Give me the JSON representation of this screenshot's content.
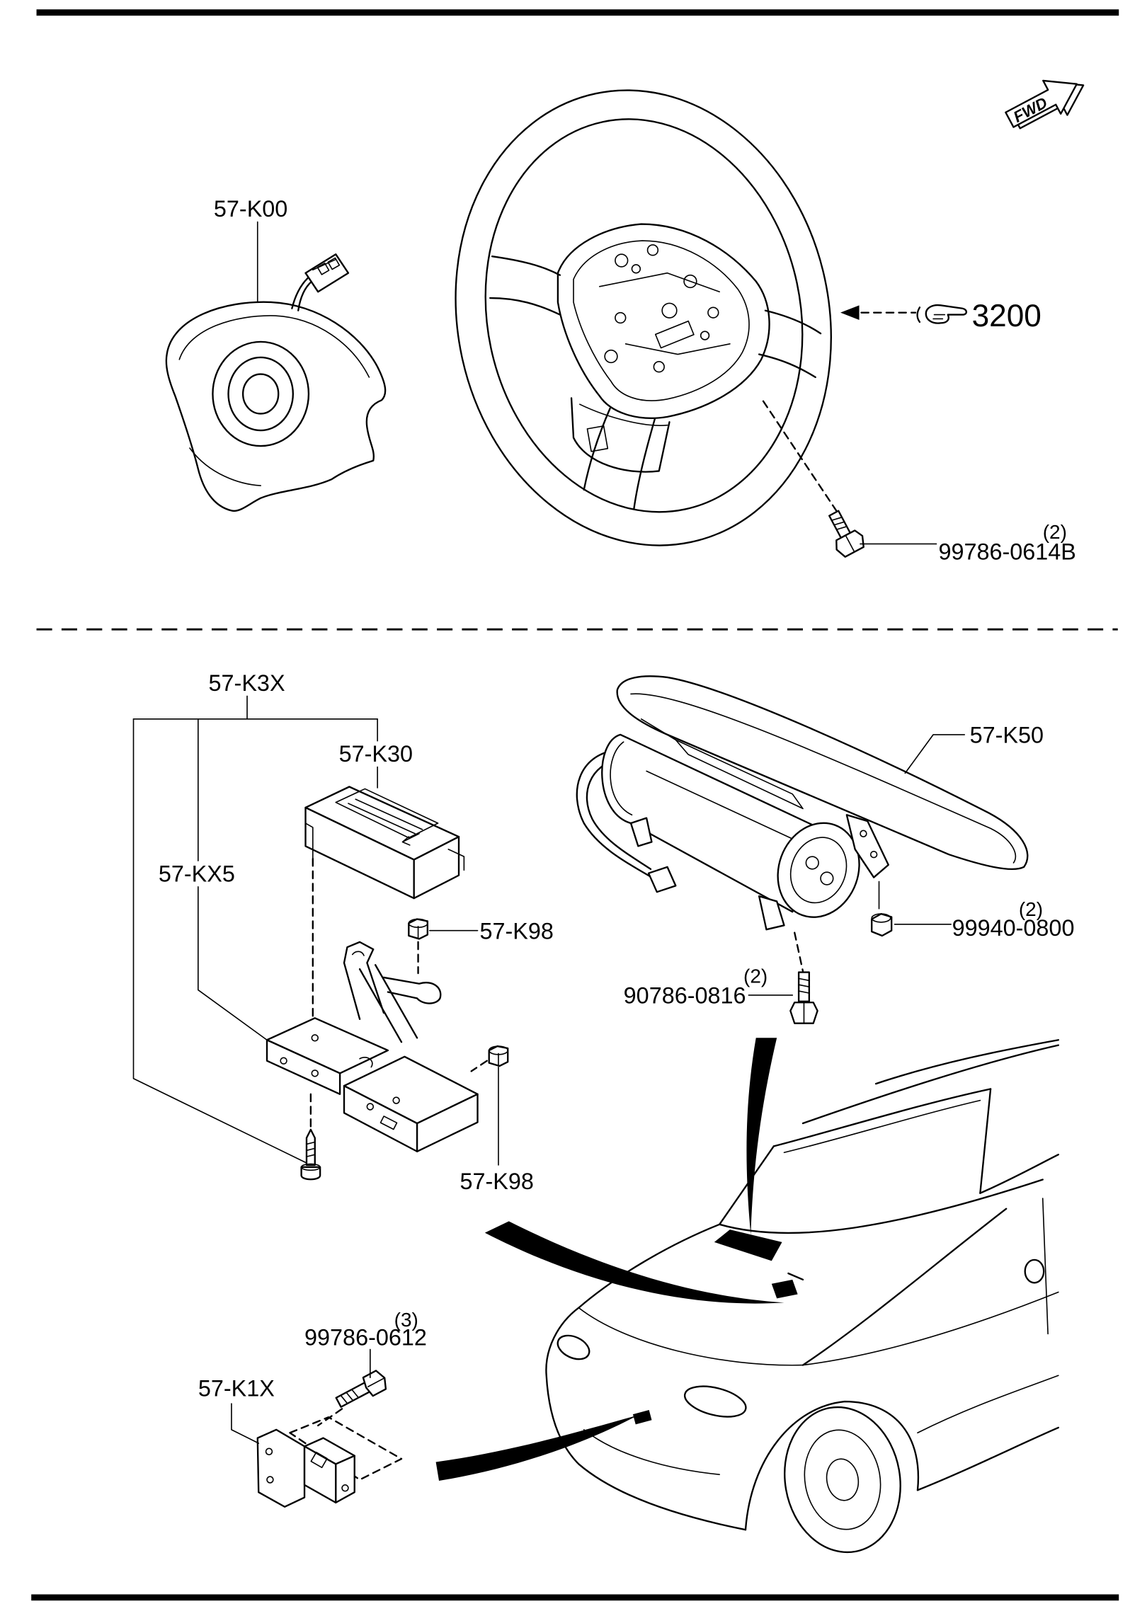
{
  "steering_section": {
    "driver_airbag": {
      "part": "57-K00"
    },
    "steering_wheel": {
      "reference": "3200",
      "reference_icon": "pointing-hand-icon"
    },
    "wheel_bolt": {
      "part": "99786-0614B",
      "qty": "(2)"
    },
    "direction_indicator": {
      "label": "FWD",
      "icon": "fwd-arrow-icon"
    }
  },
  "passenger_section": {
    "sensor_assembly": {
      "part": "57-K3X"
    },
    "sensor_unit": {
      "part": "57-K30"
    },
    "sensor_bracket": {
      "part": "57-KX5"
    },
    "bracket_nut_upper": {
      "part": "57-K98"
    },
    "bracket_nut_lower": {
      "part": "57-K98"
    },
    "passenger_airbag": {
      "part": "57-K50"
    },
    "airbag_nut": {
      "part": "99940-0800",
      "qty": "(2)"
    },
    "airbag_bolt": {
      "part": "90786-0816",
      "qty": "(2)"
    }
  },
  "front_sensor_section": {
    "sensor_bolt": {
      "part": "99786-0612",
      "qty": "(3)"
    },
    "front_sensor": {
      "part": "57-K1X"
    }
  },
  "colors": {
    "ink": "#000000",
    "paper": "#ffffff"
  }
}
